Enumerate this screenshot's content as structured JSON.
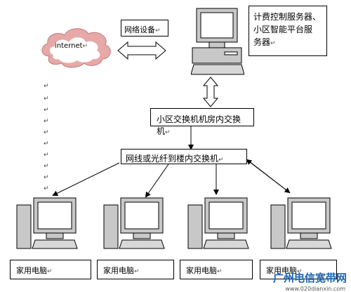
{
  "nodes": {
    "internet": "internet",
    "network_device": "网络设备",
    "server_line1": "计费控制服务器、",
    "server_line2": "小区智能平台服",
    "server_line3": "务器",
    "core_switch": "小区交换机机房内交换机",
    "building_switch": "网线或光纤到楼内交换机",
    "pc_labels": [
      "家用电脑",
      "家用电脑",
      "家用电脑",
      "家用电脑"
    ]
  },
  "para_mark": "↵",
  "watermark": {
    "brand": "广州电信宽带网",
    "url": "www.020dianxin.com"
  },
  "colors": {
    "line": "#000000",
    "monitor_frame": "#c8c8c8",
    "monitor_screen": "#ffffff",
    "brand": "#1a66b8"
  }
}
